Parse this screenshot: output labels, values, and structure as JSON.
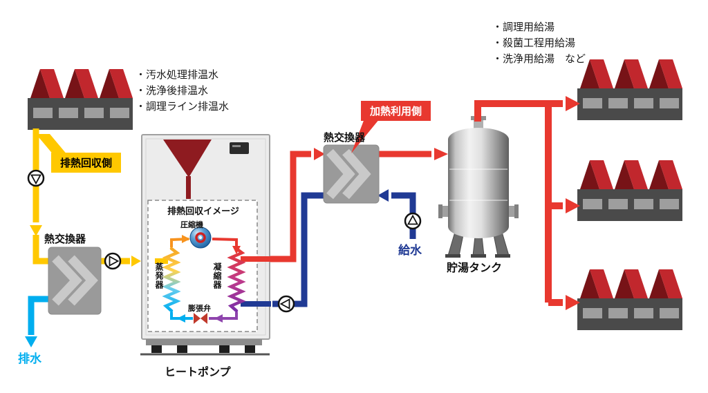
{
  "diagram": {
    "waste_heat_sources": [
      "・汚水処理排温水",
      "・洗浄後排温水",
      "・調理ライン排温水"
    ],
    "hot_water_uses": [
      "・調理用給湯",
      "・殺菌工程用給湯",
      "・洗浄用給湯　など"
    ],
    "badges": {
      "recovery_side": "排熱回収側",
      "heating_side": "加熱利用側"
    },
    "components": {
      "hx_left": "熱交換器",
      "hx_top": "熱交換器",
      "tank": "貯湯タンク",
      "heat_pump": "ヒートポンプ",
      "drain": "排水",
      "feed_water": "給水"
    },
    "heat_pump_internal": {
      "title": "排熱回収イメージ",
      "compressor": "圧縮機",
      "evaporator": "蒸発器",
      "condenser": "凝縮器",
      "expansion_valve": "膨張弁"
    },
    "colors": {
      "recovery_yellow": "#FFC800",
      "heating_red": "#E8382F",
      "drain_cyan": "#00AEEF",
      "feed_blue": "#203A94",
      "roof_red": "#C1272D",
      "roof_dark": "#771317",
      "factory_body": "#4A4A4A"
    }
  }
}
